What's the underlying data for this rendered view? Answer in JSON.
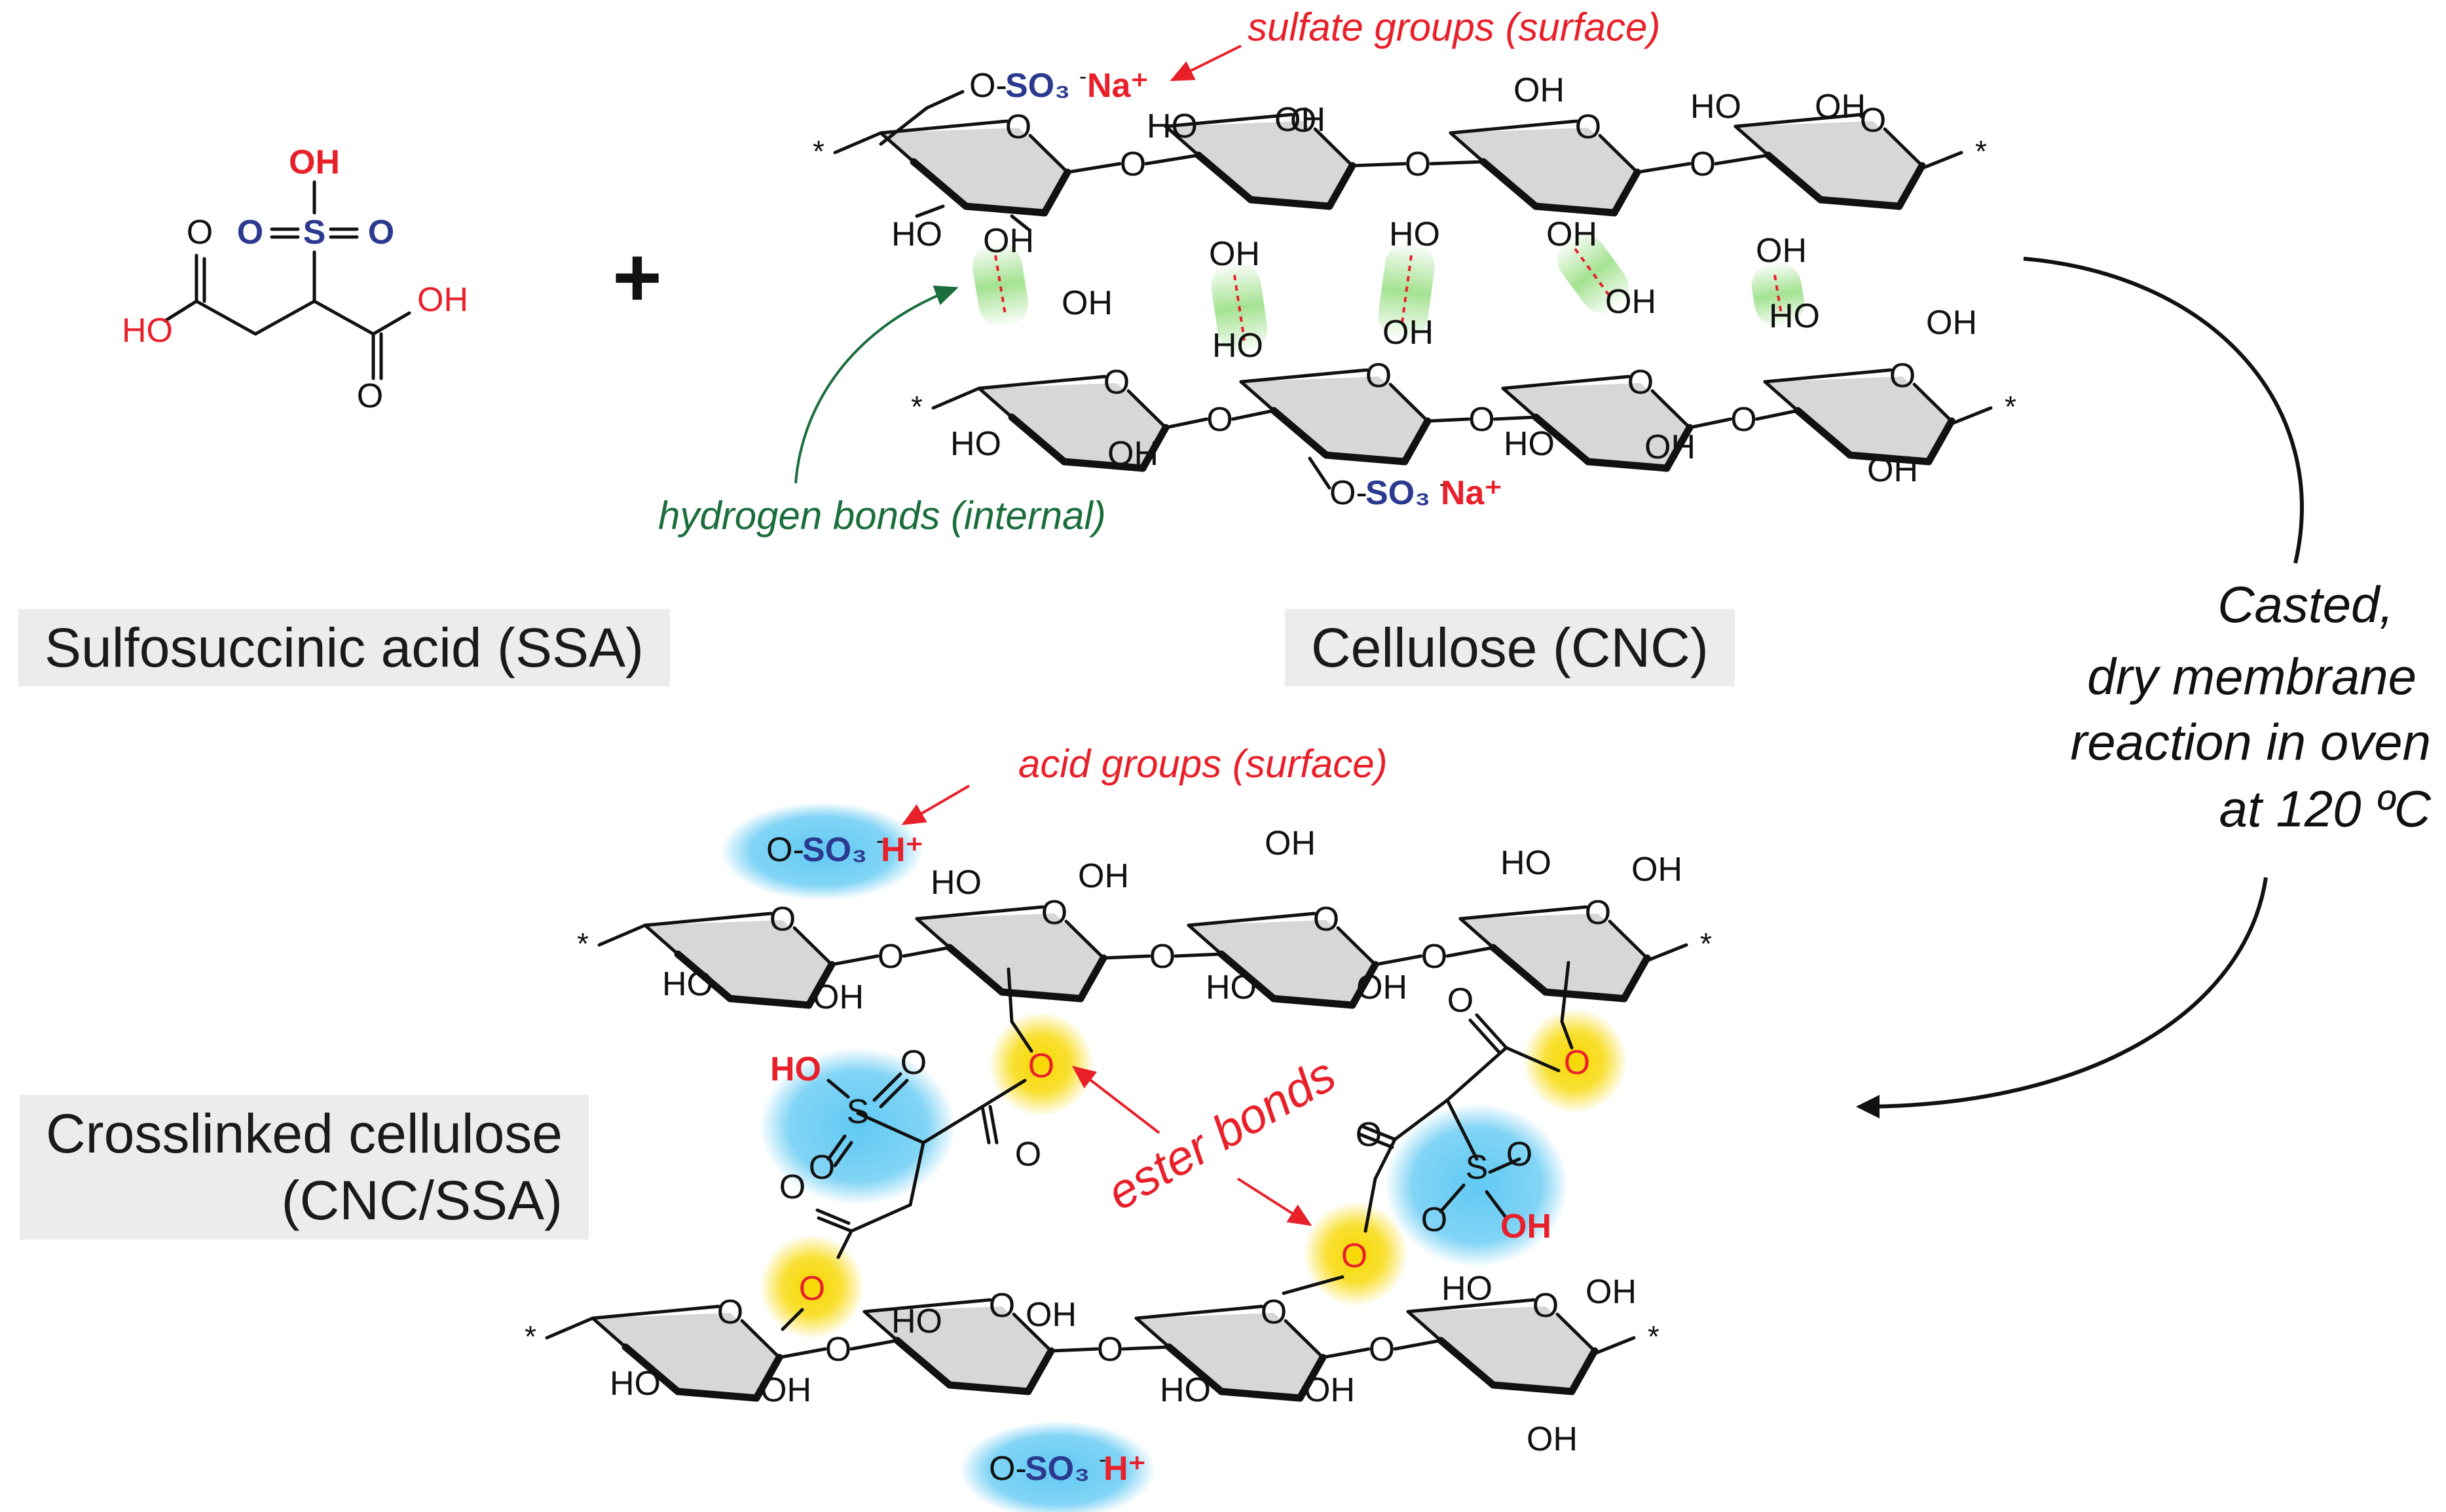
{
  "labels": {
    "ssa": "Sulfosuccinic acid (SSA)",
    "cnc": "Cellulose (CNC)",
    "crosslinked_line1": "Crosslinked cellulose",
    "crosslinked_line2": "(CNC/SSA)"
  },
  "annotations": {
    "sulfate_groups": "sulfate groups (surface)",
    "hydrogen_bonds": "hydrogen bonds (internal)",
    "acid_groups": "acid groups (surface)",
    "ester_bonds": "ester bonds"
  },
  "reaction": {
    "plus": "+",
    "line1": "Casted,",
    "line2": "dry membrane",
    "line3": "reaction in oven",
    "line4": "at 120 ºC"
  },
  "atoms": {
    "OH": "OH",
    "HO": "HO",
    "O": "O",
    "S": "S",
    "star": "*",
    "O_dash": "O-",
    "SO3": "SO₃",
    "minus": "-",
    "Na": "Na⁺",
    "H": "H⁺"
  },
  "colors": {
    "red": "#e8202a",
    "blue": "#2b3a8f",
    "green": "#1b6e3c",
    "ring_fill": "#d7d7d7",
    "hbond_glow": "#8fd67a",
    "sulfonate_glow": "#5ec8f2",
    "ester_glow": "#f5d21a"
  }
}
